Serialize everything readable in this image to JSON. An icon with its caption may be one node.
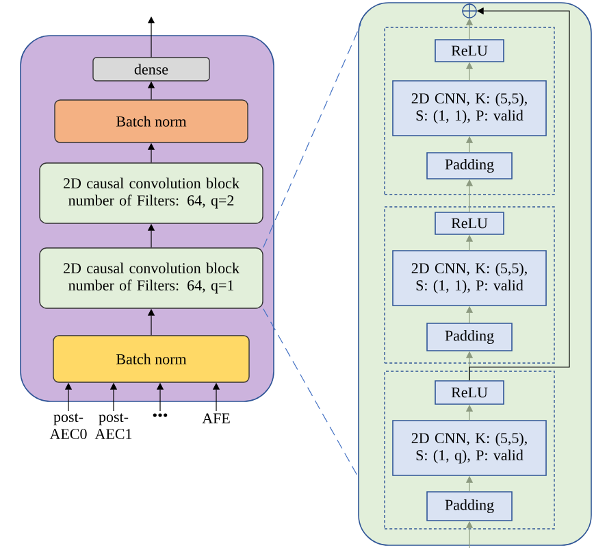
{
  "diagram": {
    "nodes": [
      {
        "text": [],
        "shape": "box"
      },
      {
        "text": [
          "dense"
        ],
        "in": 0
      },
      {
        "text": [
          "Batch norm"
        ],
        "in": 0
      },
      {
        "text": [
          "2D causal convolution block number of Filters: 64, q=2"
        ],
        "in": 0
      },
      {
        "text": [
          "2D causal convolution block number of Filters: 64, q=1"
        ],
        "in": 0
      },
      {
        "text": [
          "Batch norm"
        ],
        "in": 0
      },
      {
        "text": [
          "post- AEC0"
        ]
      },
      {
        "text": [
          "post- AEC1"
        ]
      },
      {
        "text": [
          "•••"
        ]
      },
      {
        "text": [
          "AFE"
        ]
      },
      {
        "text": [],
        "shape": "box"
      },
      {
        "text": [],
        "shape": "circle",
        "in": 10
      },
      {
        "text": [],
        "shape": "box",
        "in": 10
      },
      {
        "text": [
          "ReLU"
        ],
        "in": 12
      },
      {
        "text": [
          "2D CNN, K: (5,5), S: (1, 1), P: valid"
        ],
        "in": 12
      },
      {
        "text": [
          "Padding"
        ],
        "in": 12
      },
      {
        "text": [],
        "shape": "box",
        "in": 10
      },
      {
        "text": [
          "ReLU"
        ],
        "in": 16
      },
      {
        "text": [
          "2D CNN, K: (5,5), S: (1, 1), P: valid"
        ],
        "in": 16
      },
      {
        "text": [
          "Padding"
        ],
        "in": 16
      },
      {
        "text": [],
        "shape": "box",
        "in": 10
      },
      {
        "text": [
          "ReLU"
        ],
        "in": 20
      },
      {
        "text": [
          "2D CNN, K: (5,5), S: (1, q), P: valid"
        ],
        "in": 20
      },
      {
        "text": [
          "Padding"
        ],
        "in": 20
      }
    ],
    "edges": [
      {
        "from": 6,
        "to": 5,
        "arrow": "to"
      },
      {
        "from": 7,
        "to": 5,
        "arrow": "to"
      },
      {
        "from": 8,
        "to": 5,
        "arrow": "to"
      },
      {
        "from": 9,
        "to": 5,
        "arrow": "to"
      },
      {
        "from": 5,
        "to": 4,
        "arrow": "to"
      },
      {
        "from": 4,
        "to": 3,
        "arrow": "to"
      },
      {
        "from": 3,
        "to": 2,
        "arrow": "to"
      },
      {
        "from": 2,
        "to": 1,
        "arrow": "to"
      },
      {
        "from": 1,
        "to": null,
        "arrow": "to"
      },
      {
        "from": 4,
        "to": 10,
        "arrow": "none",
        "style": "dashed",
        "color": "#4472c4"
      },
      {
        "from": 4,
        "to": 10,
        "arrow": "none",
        "style": "dashed",
        "color": "#4472c4"
      },
      {
        "from": null,
        "to": 23,
        "arrow": "to",
        "color": "#8c9a80"
      },
      {
        "from": 23,
        "to": 22,
        "arrow": "to",
        "color": "#8c9a80"
      },
      {
        "from": 22,
        "to": 21,
        "arrow": "to",
        "color": "#8c9a80"
      },
      {
        "from": 21,
        "to": 19,
        "arrow": "to",
        "color": "#8c9a80"
      },
      {
        "from": 19,
        "to": 18,
        "arrow": "to",
        "color": "#8c9a80"
      },
      {
        "from": 18,
        "to": 17,
        "arrow": "to",
        "color": "#8c9a80"
      },
      {
        "from": 17,
        "to": 15,
        "arrow": "to",
        "color": "#8c9a80"
      },
      {
        "from": 15,
        "to": 14,
        "arrow": "to",
        "color": "#8c9a80"
      },
      {
        "from": 14,
        "to": 13,
        "arrow": "to",
        "color": "#8c9a80"
      },
      {
        "from": 13,
        "to": 11,
        "arrow": "to",
        "color": "#8c9a80"
      },
      {
        "from": 21,
        "to": 11,
        "arrow": "to"
      }
    ]
  }
}
